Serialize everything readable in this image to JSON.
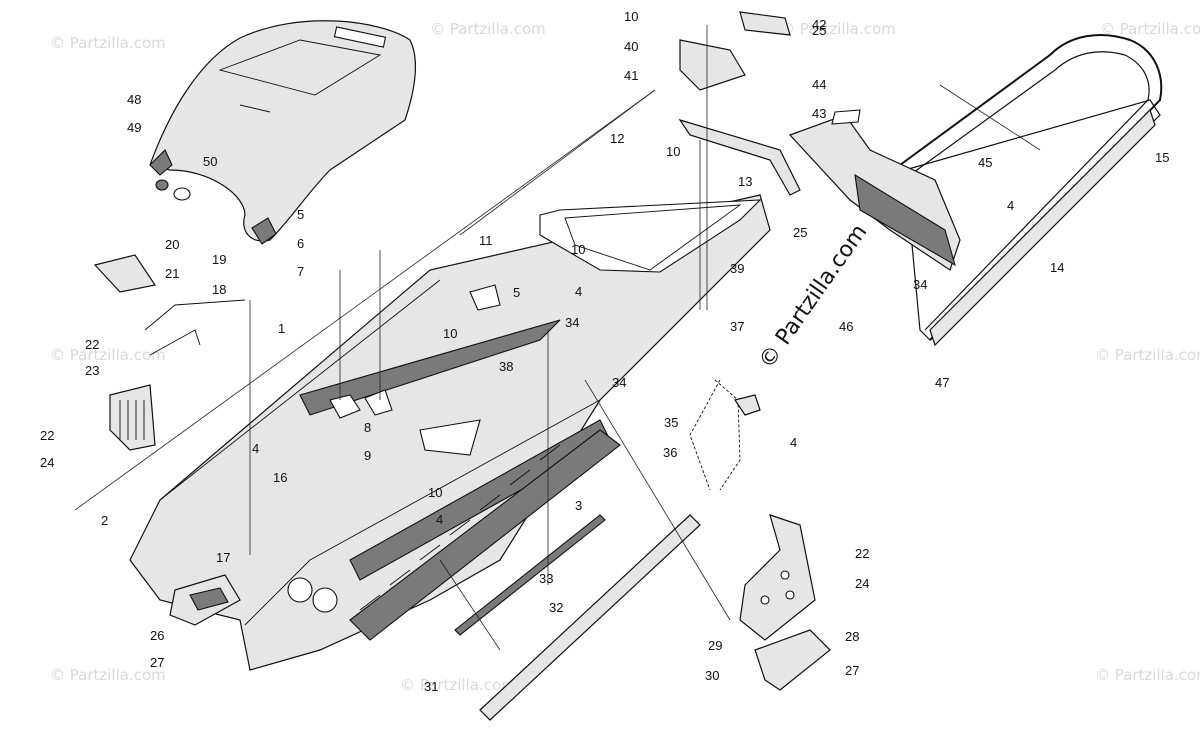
{
  "watermark": {
    "small": "© Partzilla.com",
    "main": "© Partzilla.com"
  },
  "callouts": [
    {
      "id": "c1",
      "label": "1"
    },
    {
      "id": "c2",
      "label": "2"
    },
    {
      "id": "c3",
      "label": "3"
    },
    {
      "id": "c4a",
      "label": "4"
    },
    {
      "id": "c4b",
      "label": "4"
    },
    {
      "id": "c4c",
      "label": "4"
    },
    {
      "id": "c4d",
      "label": "4"
    },
    {
      "id": "c4e",
      "label": "4"
    },
    {
      "id": "c5a",
      "label": "5"
    },
    {
      "id": "c5b",
      "label": "5"
    },
    {
      "id": "c6",
      "label": "6"
    },
    {
      "id": "c7",
      "label": "7"
    },
    {
      "id": "c8",
      "label": "8"
    },
    {
      "id": "c9",
      "label": "9"
    },
    {
      "id": "c10a",
      "label": "10"
    },
    {
      "id": "c10b",
      "label": "10"
    },
    {
      "id": "c10c",
      "label": "10"
    },
    {
      "id": "c10d",
      "label": "10"
    },
    {
      "id": "c10e",
      "label": "10"
    },
    {
      "id": "c11",
      "label": "11"
    },
    {
      "id": "c12",
      "label": "12"
    },
    {
      "id": "c13",
      "label": "13"
    },
    {
      "id": "c14",
      "label": "14"
    },
    {
      "id": "c15",
      "label": "15"
    },
    {
      "id": "c16",
      "label": "16"
    },
    {
      "id": "c17",
      "label": "17"
    },
    {
      "id": "c18",
      "label": "18"
    },
    {
      "id": "c19",
      "label": "19"
    },
    {
      "id": "c20",
      "label": "20"
    },
    {
      "id": "c21",
      "label": "21"
    },
    {
      "id": "c22a",
      "label": "22"
    },
    {
      "id": "c22b",
      "label": "22"
    },
    {
      "id": "c22c",
      "label": "22"
    },
    {
      "id": "c23",
      "label": "23"
    },
    {
      "id": "c24a",
      "label": "24"
    },
    {
      "id": "c24b",
      "label": "24"
    },
    {
      "id": "c25a",
      "label": "25"
    },
    {
      "id": "c25b",
      "label": "25"
    },
    {
      "id": "c26",
      "label": "26"
    },
    {
      "id": "c27a",
      "label": "27"
    },
    {
      "id": "c27b",
      "label": "27"
    },
    {
      "id": "c28",
      "label": "28"
    },
    {
      "id": "c29",
      "label": "29"
    },
    {
      "id": "c30",
      "label": "30"
    },
    {
      "id": "c31",
      "label": "31"
    },
    {
      "id": "c32",
      "label": "32"
    },
    {
      "id": "c33",
      "label": "33"
    },
    {
      "id": "c34a",
      "label": "34"
    },
    {
      "id": "c34b",
      "label": "34"
    },
    {
      "id": "c34c",
      "label": "34"
    },
    {
      "id": "c35",
      "label": "35"
    },
    {
      "id": "c36",
      "label": "36"
    },
    {
      "id": "c37",
      "label": "37"
    },
    {
      "id": "c38",
      "label": "38"
    },
    {
      "id": "c39",
      "label": "39"
    },
    {
      "id": "c40",
      "label": "40"
    },
    {
      "id": "c41",
      "label": "41"
    },
    {
      "id": "c42",
      "label": "42"
    },
    {
      "id": "c43",
      "label": "43"
    },
    {
      "id": "c44",
      "label": "44"
    },
    {
      "id": "c45",
      "label": "45"
    },
    {
      "id": "c46",
      "label": "46"
    },
    {
      "id": "c47",
      "label": "47"
    },
    {
      "id": "c48",
      "label": "48"
    },
    {
      "id": "c49",
      "label": "49"
    },
    {
      "id": "c50",
      "label": "50"
    }
  ]
}
